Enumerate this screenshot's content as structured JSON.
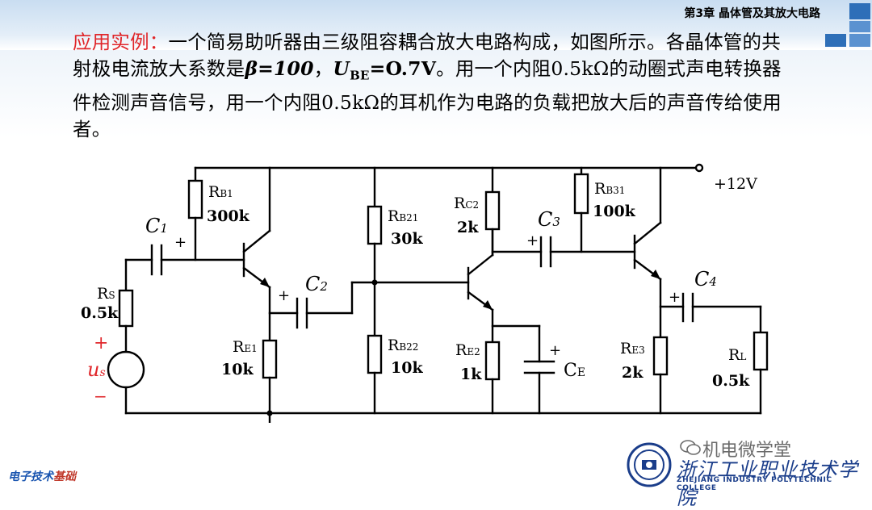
{
  "header": {
    "chapter": "第3章  晶体管及其放大电路"
  },
  "paragraph": {
    "lead": "应用实例：",
    "text1": "一个简易助听器由三级阻容耦合放大电路构成，如图所示。各晶体管的共射极电流放大系数是",
    "beta_eq": "β=100",
    "sep": "，",
    "ube_u": "U",
    "ube_sub": "BE",
    "ube_eq": "=O.7V",
    "text2": "。用一个内阻0.5kΩ的动圈式声电转换器件检测声音信号，用一个内阻0.5kΩ的耳机作为电路的负载把放大后的声音传给使用者。"
  },
  "circuit": {
    "supply": "+12V",
    "rb1_label": "R",
    "rb1_sub": "B1",
    "rb1_val": "300k",
    "rs_label": "R",
    "rs_sub": "S",
    "rs_val": "0.5k",
    "re1_label": "R",
    "re1_sub": "E1",
    "re1_val": "10k",
    "rb21_label": "R",
    "rb21_sub": "B21",
    "rb21_val": "30k",
    "rb22_label": "R",
    "rb22_sub": "B22",
    "rb22_val": "10k",
    "rc2_label": "R",
    "rc2_sub": "C2",
    "rc2_val": "2k",
    "re2_label": "R",
    "re2_sub": "E2",
    "re2_val": "1k",
    "rb31_label": "R",
    "rb31_sub": "B31",
    "rb31_val": "100k",
    "re3_label": "R",
    "re3_sub": "E3",
    "re3_val": "2k",
    "rl_label": "R",
    "rl_sub": "L",
    "rl_val": "0.5k",
    "c1": "C",
    "c1_sub": "1",
    "c2": "C",
    "c2_sub": "2",
    "c3": "C",
    "c3_sub": "3",
    "c4": "C",
    "c4_sub": "4",
    "ce": "C",
    "ce_sub": "E",
    "plus": "+",
    "minus": "−",
    "us": "u",
    "us_sub": "s"
  },
  "footer": {
    "left_a": "电子技术",
    "left_b": "基础",
    "school_cn": "浙江工业职业技术学院",
    "school_en": "ZHEJIANG INDUSTRY POLYTECHNIC COLLEGE",
    "watermark": "机电微学堂"
  },
  "colors": {
    "accent_red": "#e0262a",
    "brand_blue": "#2e6fb8",
    "school_blue": "#1a3d8a"
  }
}
